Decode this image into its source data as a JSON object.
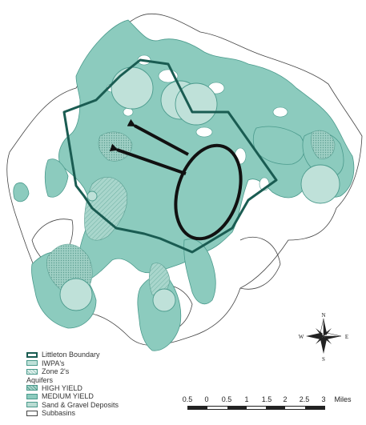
{
  "colors": {
    "aquifer": "#8ccbbe",
    "aquifer_stroke": "#4a9a8c",
    "iwpa": "#bfe1d9",
    "boundary": "#1a5c52",
    "arrow": "#111111",
    "subbasin_line": "#444444"
  },
  "legend": {
    "boundary_label": "Littleton Boundary",
    "iwpa_label": "IWPA's",
    "zone2_label": "Zone 2's",
    "aquifers_heading": "Aquifers",
    "high_yield_label": "HIGH YIELD",
    "medium_yield_label": "MEDIUM YIELD",
    "sand_gravel_label": "Sand & Gravel Deposits",
    "subbasins_label": "Subbasins"
  },
  "scale": {
    "ticks": [
      "0.5",
      "0",
      "0.5",
      "1",
      "1.5",
      "2",
      "2.5",
      "3"
    ],
    "unit": "Miles"
  },
  "compass": {
    "n": "N",
    "s": "S",
    "e": "E",
    "w": "W"
  }
}
